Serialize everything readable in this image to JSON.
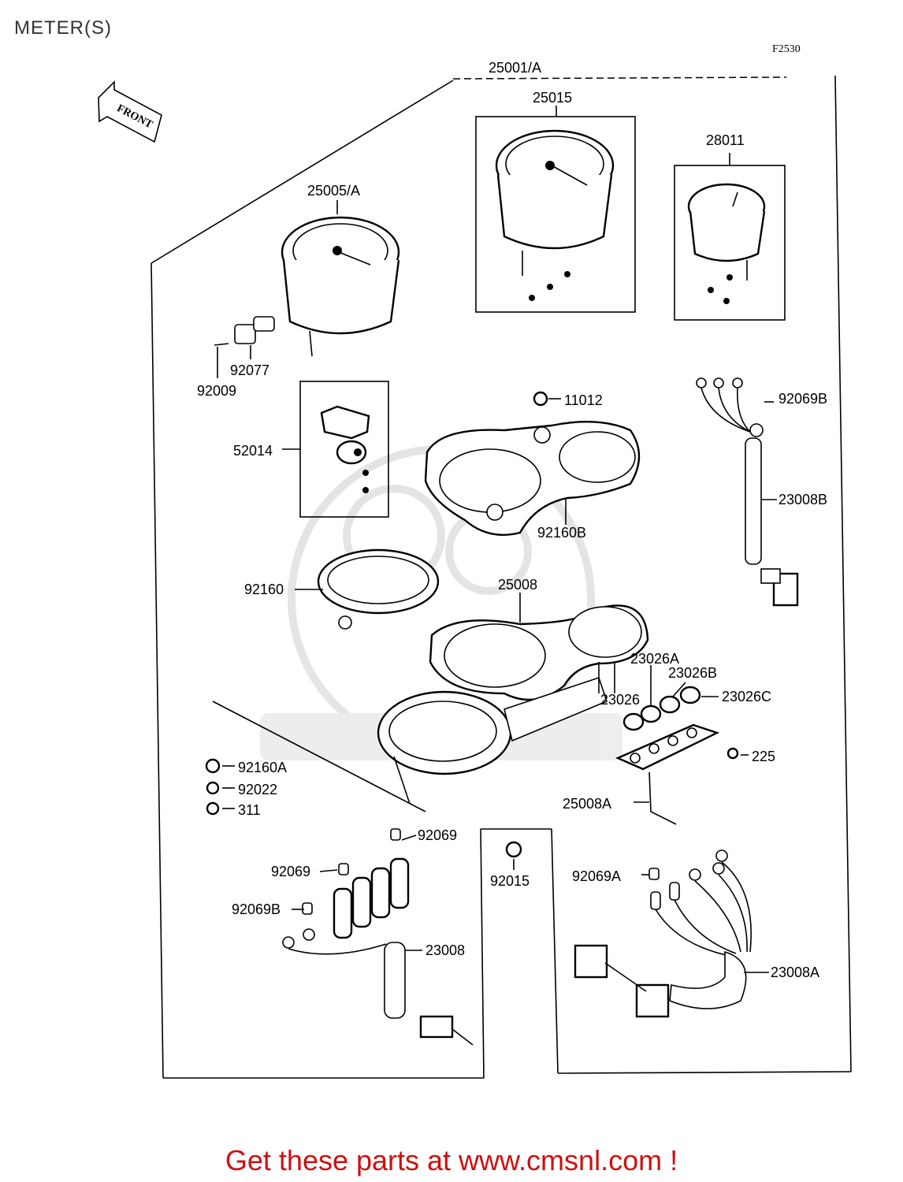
{
  "page": {
    "title": "METER(S)",
    "figure_code": "F2530"
  },
  "front_arrow": {
    "label": "FRONT"
  },
  "callouts": {
    "c25001": "25001/A",
    "c25015": "25015",
    "c28011": "28011",
    "c25005": "25005/A",
    "c92077": "92077",
    "c92009": "92009",
    "c52014": "52014",
    "c11012": "11012",
    "c92069B_top": "92069B",
    "c23008B": "23008B",
    "c92160B": "92160B",
    "c92160": "92160",
    "c25008": "25008",
    "c23026A": "23026A",
    "c23026B": "23026B",
    "c23026": "23026",
    "c23026C": "23026C",
    "c225": "225",
    "c92160A": "92160A",
    "c92022": "92022",
    "c311": "311",
    "c25008A": "25008A",
    "c92069_a": "92069",
    "c92069_b": "92069",
    "c92069B_bot": "92069B",
    "c23008": "23008",
    "c92015": "92015",
    "c92069A": "92069A",
    "c23008A": "23008A"
  },
  "footer": {
    "text": "Get these parts at www.cmsnl.com !",
    "color": "#cc1111"
  }
}
